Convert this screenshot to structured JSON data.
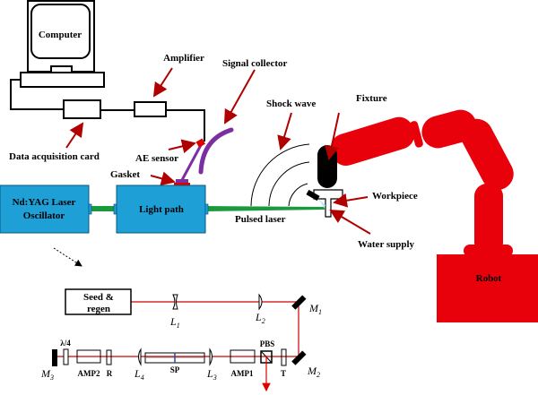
{
  "labels": {
    "computer": "Computer",
    "amplifier": "Amplifier",
    "signal_collector": "Signal collector",
    "data_acquisition_card": "Data acquisition card",
    "ae_sensor": "AE sensor",
    "gasket": "Gasket",
    "oscillator_line1": "Nd:YAG Laser",
    "oscillator_line2": "Oscillator",
    "light_path": "Light path",
    "pulsed_laser": "Pulsed laser",
    "shock_wave": "Shock wave",
    "fixture": "Fixture",
    "workpiece": "Workpiece",
    "water_supply": "Water supply",
    "robot": "Robot"
  },
  "optics": {
    "seed_line1": "Seed &",
    "seed_line2": "regen",
    "L1": "L",
    "L1_sub": "1",
    "L2": "L",
    "L2_sub": "2",
    "L3": "L",
    "L3_sub": "3",
    "L4": "L",
    "L4_sub": "4",
    "M1": "M",
    "M1_sub": "1",
    "M2": "M",
    "M2_sub": "2",
    "M3": "M",
    "M3_sub": "3",
    "quarter_wave": "λ/4",
    "amp2": "AMP2",
    "r": "R",
    "sp": "SP",
    "amp1": "AMP1",
    "pbs": "PBS",
    "t": "T"
  },
  "colors": {
    "laser_box": "#1e9fd6",
    "beam_green": "#1a9a3c",
    "robot": "#e8000b",
    "arrow": "#b00000",
    "collector": "#7b2fa0",
    "beam_red": "#d00000"
  }
}
